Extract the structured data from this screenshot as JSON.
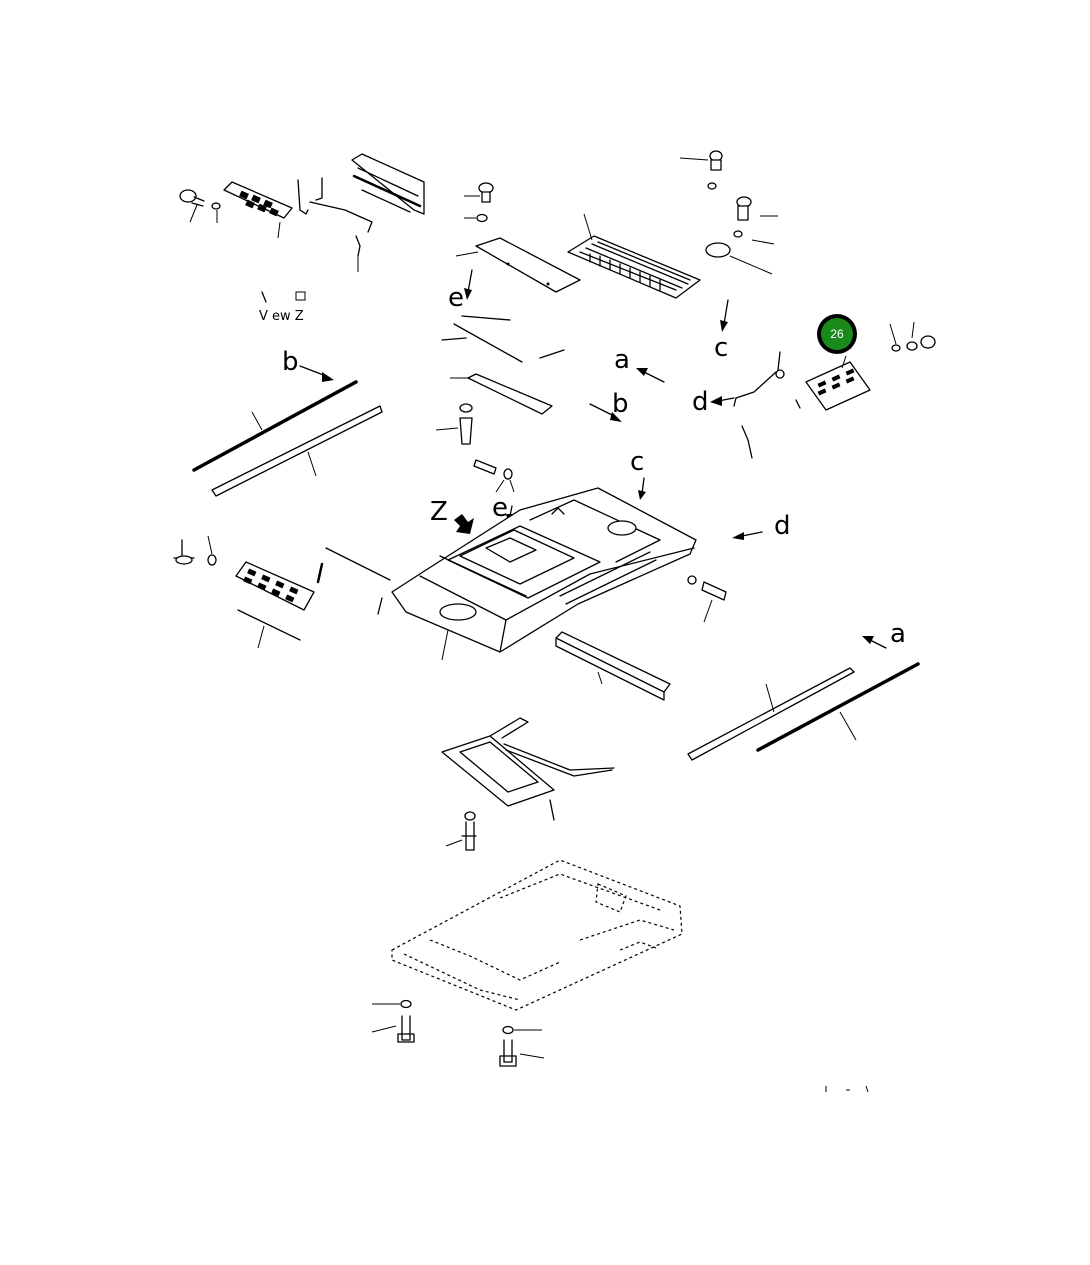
{
  "callout_letters": {
    "b_left": "b",
    "b_right": "b",
    "a_top": "a",
    "a_bottom": "a",
    "c_top": "c",
    "c_mid": "c",
    "d_left": "d",
    "d_right": "d",
    "e_top": "e",
    "e_mid": "e",
    "z": "Z"
  },
  "view_label": "V ew Z",
  "part_badge": {
    "number": "26",
    "color": "#1a8a1a",
    "ring_color": "#000000"
  }
}
